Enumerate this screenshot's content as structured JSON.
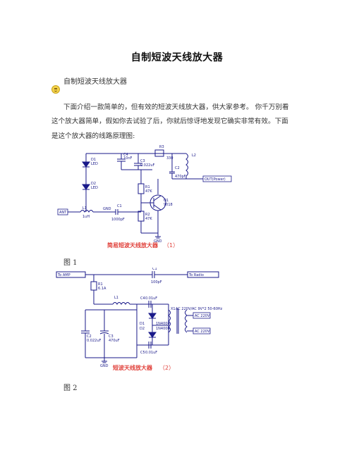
{
  "document": {
    "title": "自制短波天线放大器",
    "subheading": "自制短波天线放大器",
    "paragraph_lines": [
      "下面介绍一款简单的，但有效的短波天线放大器，供大家参考。 你千万别看",
      "这个放大器简单，假如你去试验了后，你就后惊讶地发现它确实非常有效。下面",
      "是这个放大器的线路原理图:"
    ],
    "figure1_label": "图 1",
    "figure2_label": "图 2"
  },
  "circuit1": {
    "caption": "简易短波天线放大器",
    "caption_num": "（1）",
    "caption_color": "#e0403a",
    "labels": {
      "d1": "D1",
      "d1v": "LED",
      "d2": "D2",
      "d2v": "LED",
      "c4": "C4",
      "c4v": "10nF",
      "c3": "C3",
      "c3v": "0.022uF",
      "r3": "R3",
      "r3v": "330",
      "l2": "L2",
      "c2": "C2",
      "c2v": "470pF",
      "out": "OUT(Power)",
      "r1": "R1",
      "r1v": "47K",
      "r2": "R2",
      "r2v": "47K",
      "q1": "Q1",
      "q1v": "9018",
      "ant": "ANT",
      "l1": "L1",
      "l1v": "1uH",
      "c1": "C1",
      "c1v": "1000pF",
      "gnd_left": "GND",
      "gnd_bottom": "GND"
    }
  },
  "circuit2": {
    "caption": "短波天线放大器",
    "caption_num": "（2）",
    "caption_color": "#e0403a",
    "labels": {
      "to_amp": "To AMP",
      "to_radio": "To Radio",
      "c1": "C1",
      "c1v": "100pF",
      "r1": "R1",
      "r1v": "6.1A",
      "l1": "L1",
      "c4": "C4",
      "c4v": "0.01uF",
      "c5": "C5",
      "c5v": "0.01uF",
      "d1": "D1",
      "d1v": "1N4006",
      "d2": "D2",
      "d2v": "1N4006",
      "x1": "X1",
      "x1v": "AC 220V/AC 9V*2 50-60Hz",
      "ac1": "AC 220V",
      "ac2": "AC 220V",
      "c2": "C2",
      "c2v": "0.022uF",
      "c3": "C3",
      "c3v": "470uF",
      "gnd": "GND"
    }
  }
}
